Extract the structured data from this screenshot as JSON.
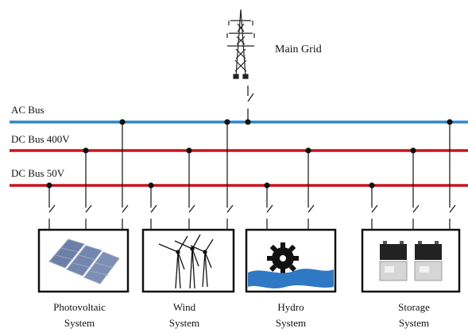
{
  "grid": {
    "label": "Main Grid",
    "icon": "transmission-tower-icon"
  },
  "buses": [
    {
      "label": "AC Bus",
      "color": "#2e86c8"
    },
    {
      "label": "DC Bus 400V",
      "color": "#c8141e"
    },
    {
      "label": "DC Bus 50V",
      "color": "#c8141e"
    }
  ],
  "systems": [
    {
      "name": "Photovoltaic",
      "sub": "System",
      "icon": "solar-panel-icon"
    },
    {
      "name": "Wind",
      "sub": "System",
      "icon": "wind-turbine-icon"
    },
    {
      "name": "Hydro",
      "sub": "System",
      "icon": "water-wheel-icon"
    },
    {
      "name": "Storage",
      "sub": "System",
      "icon": "battery-icon"
    }
  ]
}
